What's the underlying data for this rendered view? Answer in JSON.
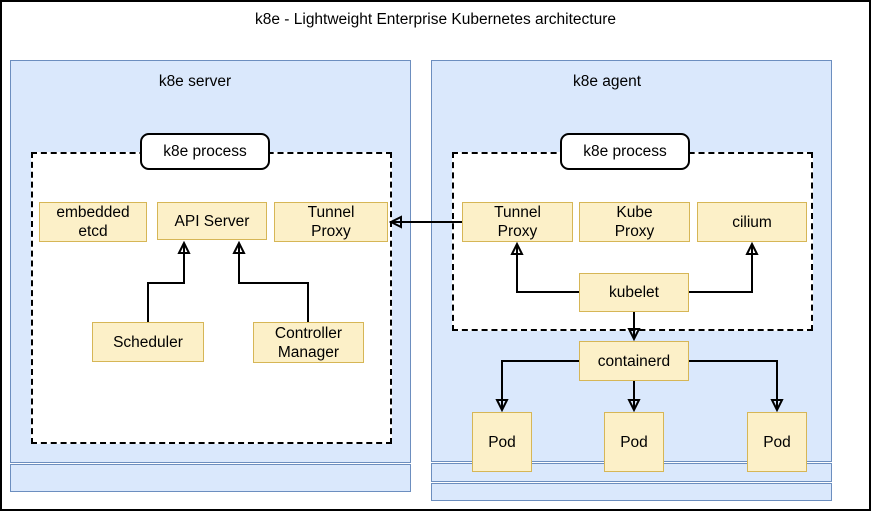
{
  "diagram_title": "k8e - Lightweight Enterprise Kubernetes architecture",
  "server": {
    "title": "k8e server",
    "process_label": "k8e process",
    "embedded_etcd": "embedded\netcd",
    "api_server": "API Server",
    "tunnel_proxy": "Tunnel\nProxy",
    "scheduler": "Scheduler",
    "controller_manager": "Controller\nManager"
  },
  "agent": {
    "title": "k8e agent",
    "process_label": "k8e process",
    "tunnel_proxy": "Tunnel\nProxy",
    "kube_proxy": "Kube\nProxy",
    "cilium": "cilium",
    "kubelet": "kubelet",
    "containerd": "containerd",
    "pods": [
      "Pod",
      "Pod",
      "Pod"
    ]
  },
  "colors": {
    "panel_fill": "#dae8fc",
    "panel_border": "#6c8ebf",
    "node_fill": "#fcf0c8",
    "node_border": "#d6b656",
    "line": "#000000"
  }
}
